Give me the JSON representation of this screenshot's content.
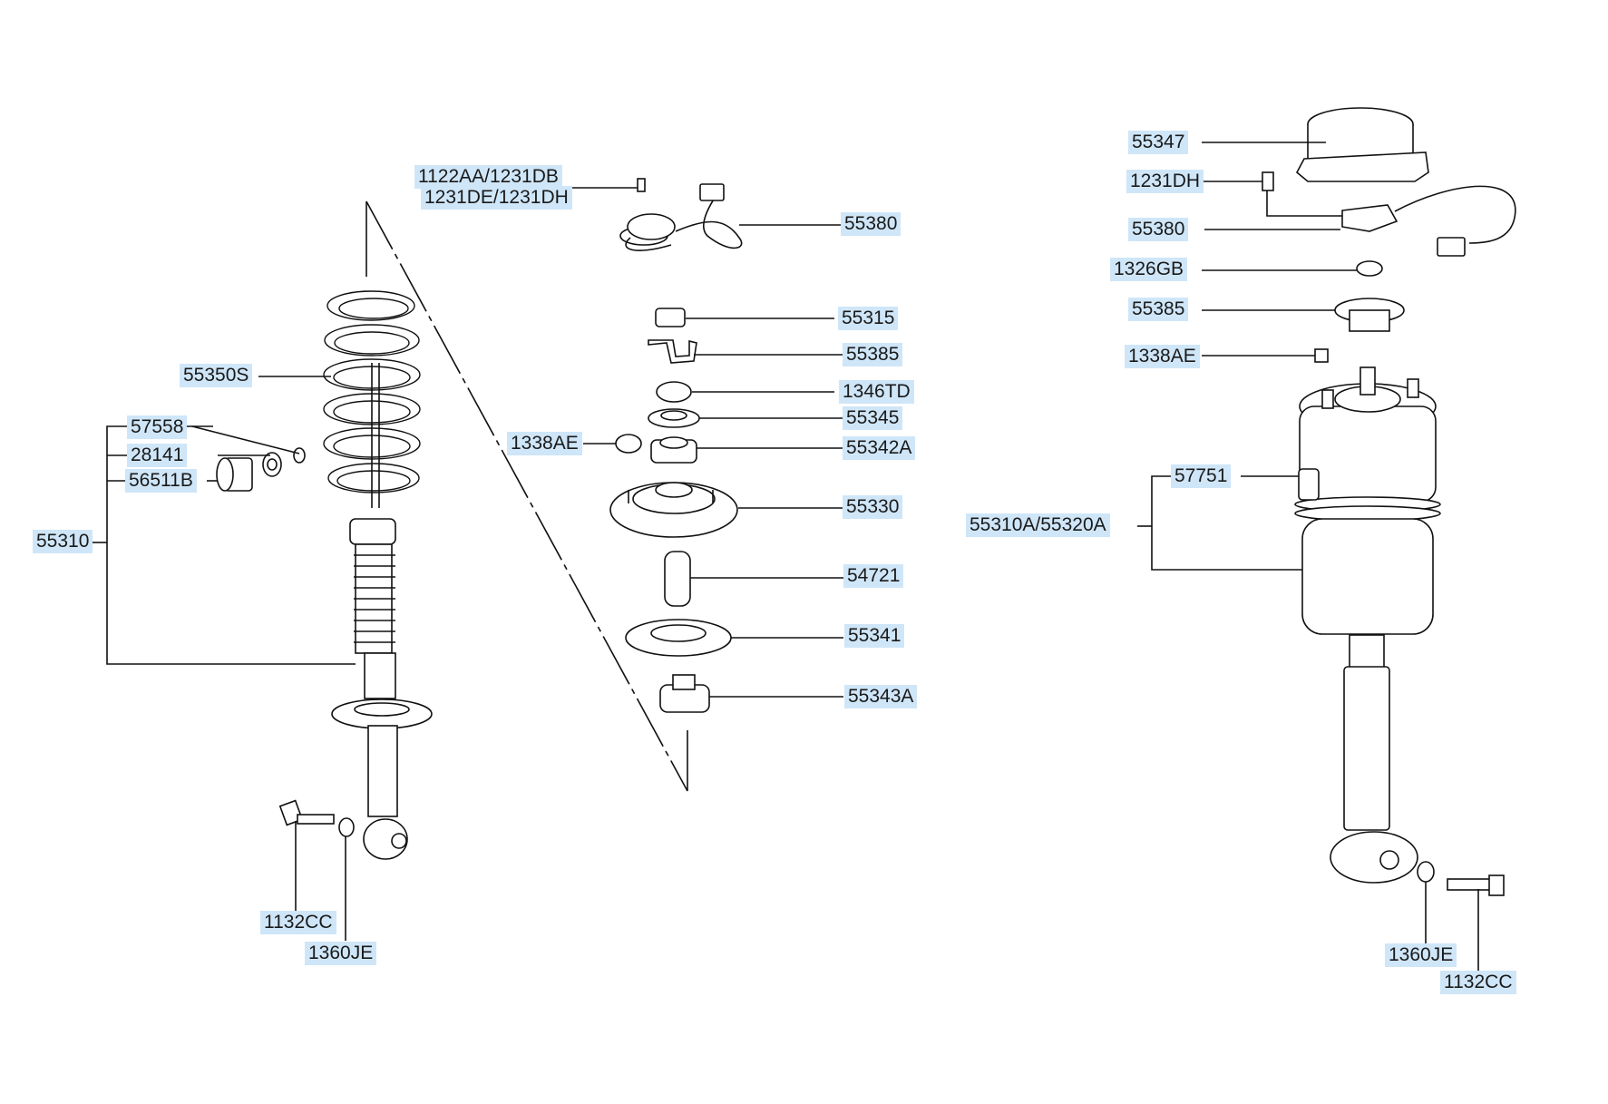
{
  "labels": {
    "l_55350s": "55350S",
    "l_57558": "57558",
    "l_28141": "28141",
    "l_56511b": "56511B",
    "l_55310": "55310",
    "l_1132cc_left": "1132CC",
    "l_1360je_left": "1360JE",
    "l_1122aa": "1122AA/1231DB",
    "l_1231de": "1231DE/1231DH",
    "l_55380_mid": "55380",
    "l_55315": "55315",
    "l_55385_mid": "55385",
    "l_1346td": "1346TD",
    "l_55345": "55345",
    "l_1338ae_mid": "1338AE",
    "l_55342a": "55342A",
    "l_55330": "55330",
    "l_54721": "54721",
    "l_55341": "55341",
    "l_55343a": "55343A",
    "l_55347": "55347",
    "l_1231dh": "1231DH",
    "l_55380_right": "55380",
    "l_1326gb": "1326GB",
    "l_55385_right": "55385",
    "l_1338ae_right": "1338AE",
    "l_57751": "57751",
    "l_55310a": "55310A/55320A",
    "l_1360je_right": "1360JE",
    "l_1132cc_right": "1132CC"
  },
  "colors": {
    "label_highlight": "#cfe6f8",
    "line": "#111111"
  }
}
